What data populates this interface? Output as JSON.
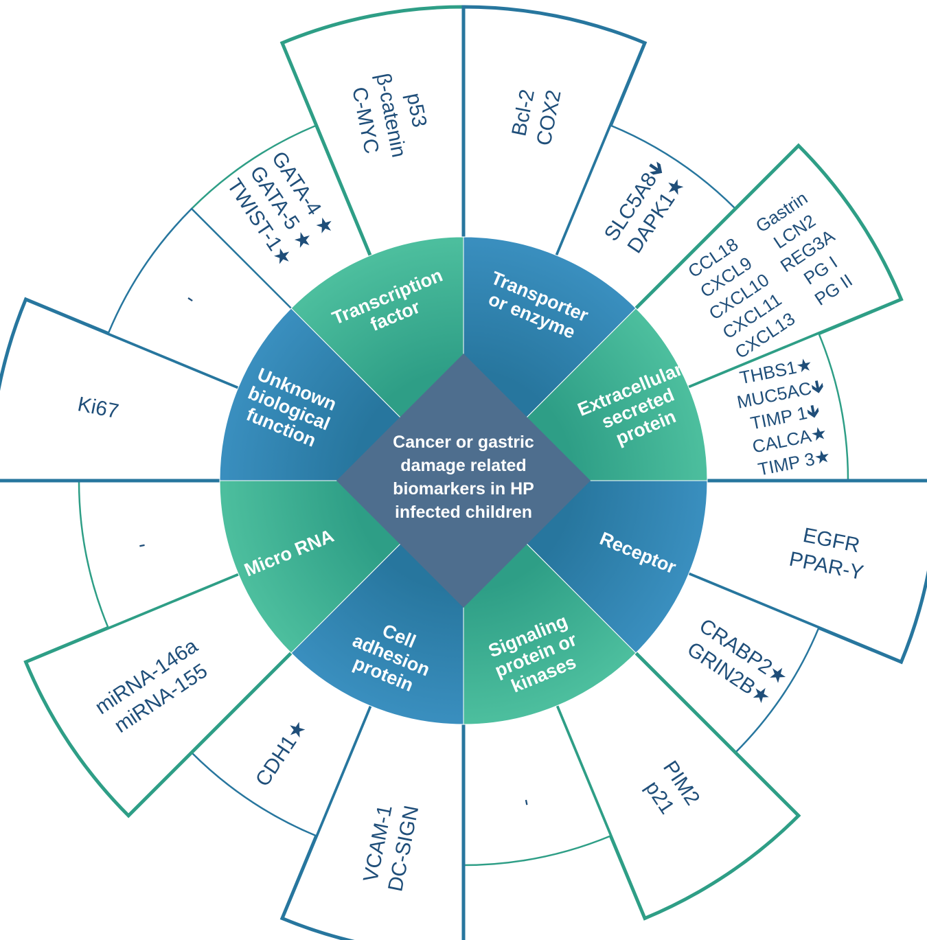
{
  "center": {
    "lines": [
      "Cancer or gastric",
      "damage related",
      "biomarkers in HP",
      "infected children"
    ]
  },
  "colors": {
    "teal": "#2e9e86",
    "blue": "#27769e",
    "center": "#4e6e8e",
    "text": "#1f4e79"
  },
  "categories": [
    {
      "id": "transcription-factor",
      "lines": [
        "Transcription",
        "factor"
      ],
      "color": "teal",
      "blocks": [
        {
          "tall": false,
          "lines": [
            "GATA-4 ★",
            "GATA-5 ★",
            "TWIST-1★"
          ]
        },
        {
          "tall": true,
          "lines": [
            "p53",
            "β-catenin",
            "C-MYC"
          ]
        }
      ]
    },
    {
      "id": "transporter-or-enzyme",
      "lines": [
        "Transporter",
        "or enzyme"
      ],
      "color": "blue",
      "blocks": [
        {
          "tall": true,
          "lines": [
            "Bcl-2",
            "COX2"
          ]
        },
        {
          "tall": false,
          "lines": [
            "SLC5A8🡻",
            "DAPK1★"
          ]
        }
      ]
    },
    {
      "id": "extracellular-secreted-protein",
      "lines": [
        "Extracellular",
        "secreted",
        "protein"
      ],
      "color": "teal",
      "blocks": [
        {
          "tall": true,
          "cols": [
            [
              "CCL18",
              "CXCL9",
              "CXCL10",
              "CXCL11",
              "CXCL13"
            ],
            [
              "Gastrin",
              "LCN2",
              "REG3A",
              "PG I",
              "PG II"
            ]
          ]
        },
        {
          "tall": false,
          "lines": [
            "THBS1★",
            "MUC5AC🡻",
            "TIMP 1🡻",
            "CALCA★",
            "TIMP 3★"
          ]
        }
      ]
    },
    {
      "id": "receptor",
      "lines": [
        "Receptor"
      ],
      "color": "blue",
      "blocks": [
        {
          "tall": true,
          "lines": [
            "EGFR",
            "PPAR-Y"
          ]
        },
        {
          "tall": false,
          "lines": [
            "CRABP2★",
            "GRIN2B★"
          ]
        }
      ]
    },
    {
      "id": "signaling-protein-or-kinases",
      "lines": [
        "Signaling",
        "protein or",
        "kinases"
      ],
      "color": "teal",
      "blocks": [
        {
          "tall": true,
          "lines": [
            "PIM2",
            "p21"
          ]
        },
        {
          "tall": false,
          "lines": [
            "-"
          ]
        }
      ]
    },
    {
      "id": "cell-adhesion-protein",
      "lines": [
        "Cell",
        "adhesion",
        "protein"
      ],
      "color": "blue",
      "blocks": [
        {
          "tall": true,
          "lines": [
            "VCAM-1",
            "DC-SIGN"
          ]
        },
        {
          "tall": false,
          "lines": [
            "CDH1★"
          ]
        }
      ]
    },
    {
      "id": "micro-rna",
      "lines": [
        "Micro RNA"
      ],
      "color": "teal",
      "blocks": [
        {
          "tall": true,
          "lines": [
            "miRNA-146a",
            "miRNA-155"
          ]
        },
        {
          "tall": false,
          "lines": [
            "-"
          ]
        }
      ]
    },
    {
      "id": "unknown-biological-function",
      "lines": [
        "Unknown",
        "biological",
        "function"
      ],
      "color": "blue",
      "blocks": [
        {
          "tall": true,
          "lines": [
            "Ki67"
          ]
        },
        {
          "tall": false,
          "lines": [
            "-"
          ]
        }
      ]
    }
  ]
}
